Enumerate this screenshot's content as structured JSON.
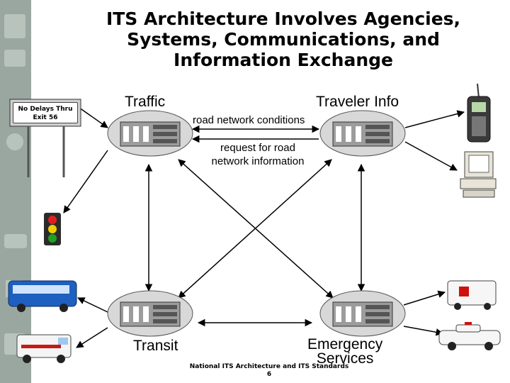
{
  "slide": {
    "title_lines": [
      "ITS Architecture Involves Agencies,",
      "Systems, Communications, and",
      "Information Exchange"
    ],
    "nodes": {
      "traffic": "Traffic",
      "traveler_info": "Traveler Info",
      "transit": "Transit",
      "emergency_line1": "Emergency",
      "emergency_line2": "Services"
    },
    "flows": {
      "road_network_conditions": "road network conditions",
      "request_line1": "request for road",
      "request_line2": "network information"
    },
    "sign": {
      "line1": "No Delays Thru",
      "line2": "Exit 56"
    },
    "footer": {
      "line1": "National ITS Architecture and ITS Standards",
      "page": "6"
    }
  },
  "colors": {
    "sidebar_bg": "#9aa7a0",
    "building": "#8a8a8a",
    "arrow": "#000000"
  },
  "icons": [
    "cell-phone-icon",
    "computer-icon",
    "traffic-light-icon",
    "bus-icon",
    "ambulance-icon",
    "police-car-icon",
    "variable-message-sign-icon"
  ]
}
